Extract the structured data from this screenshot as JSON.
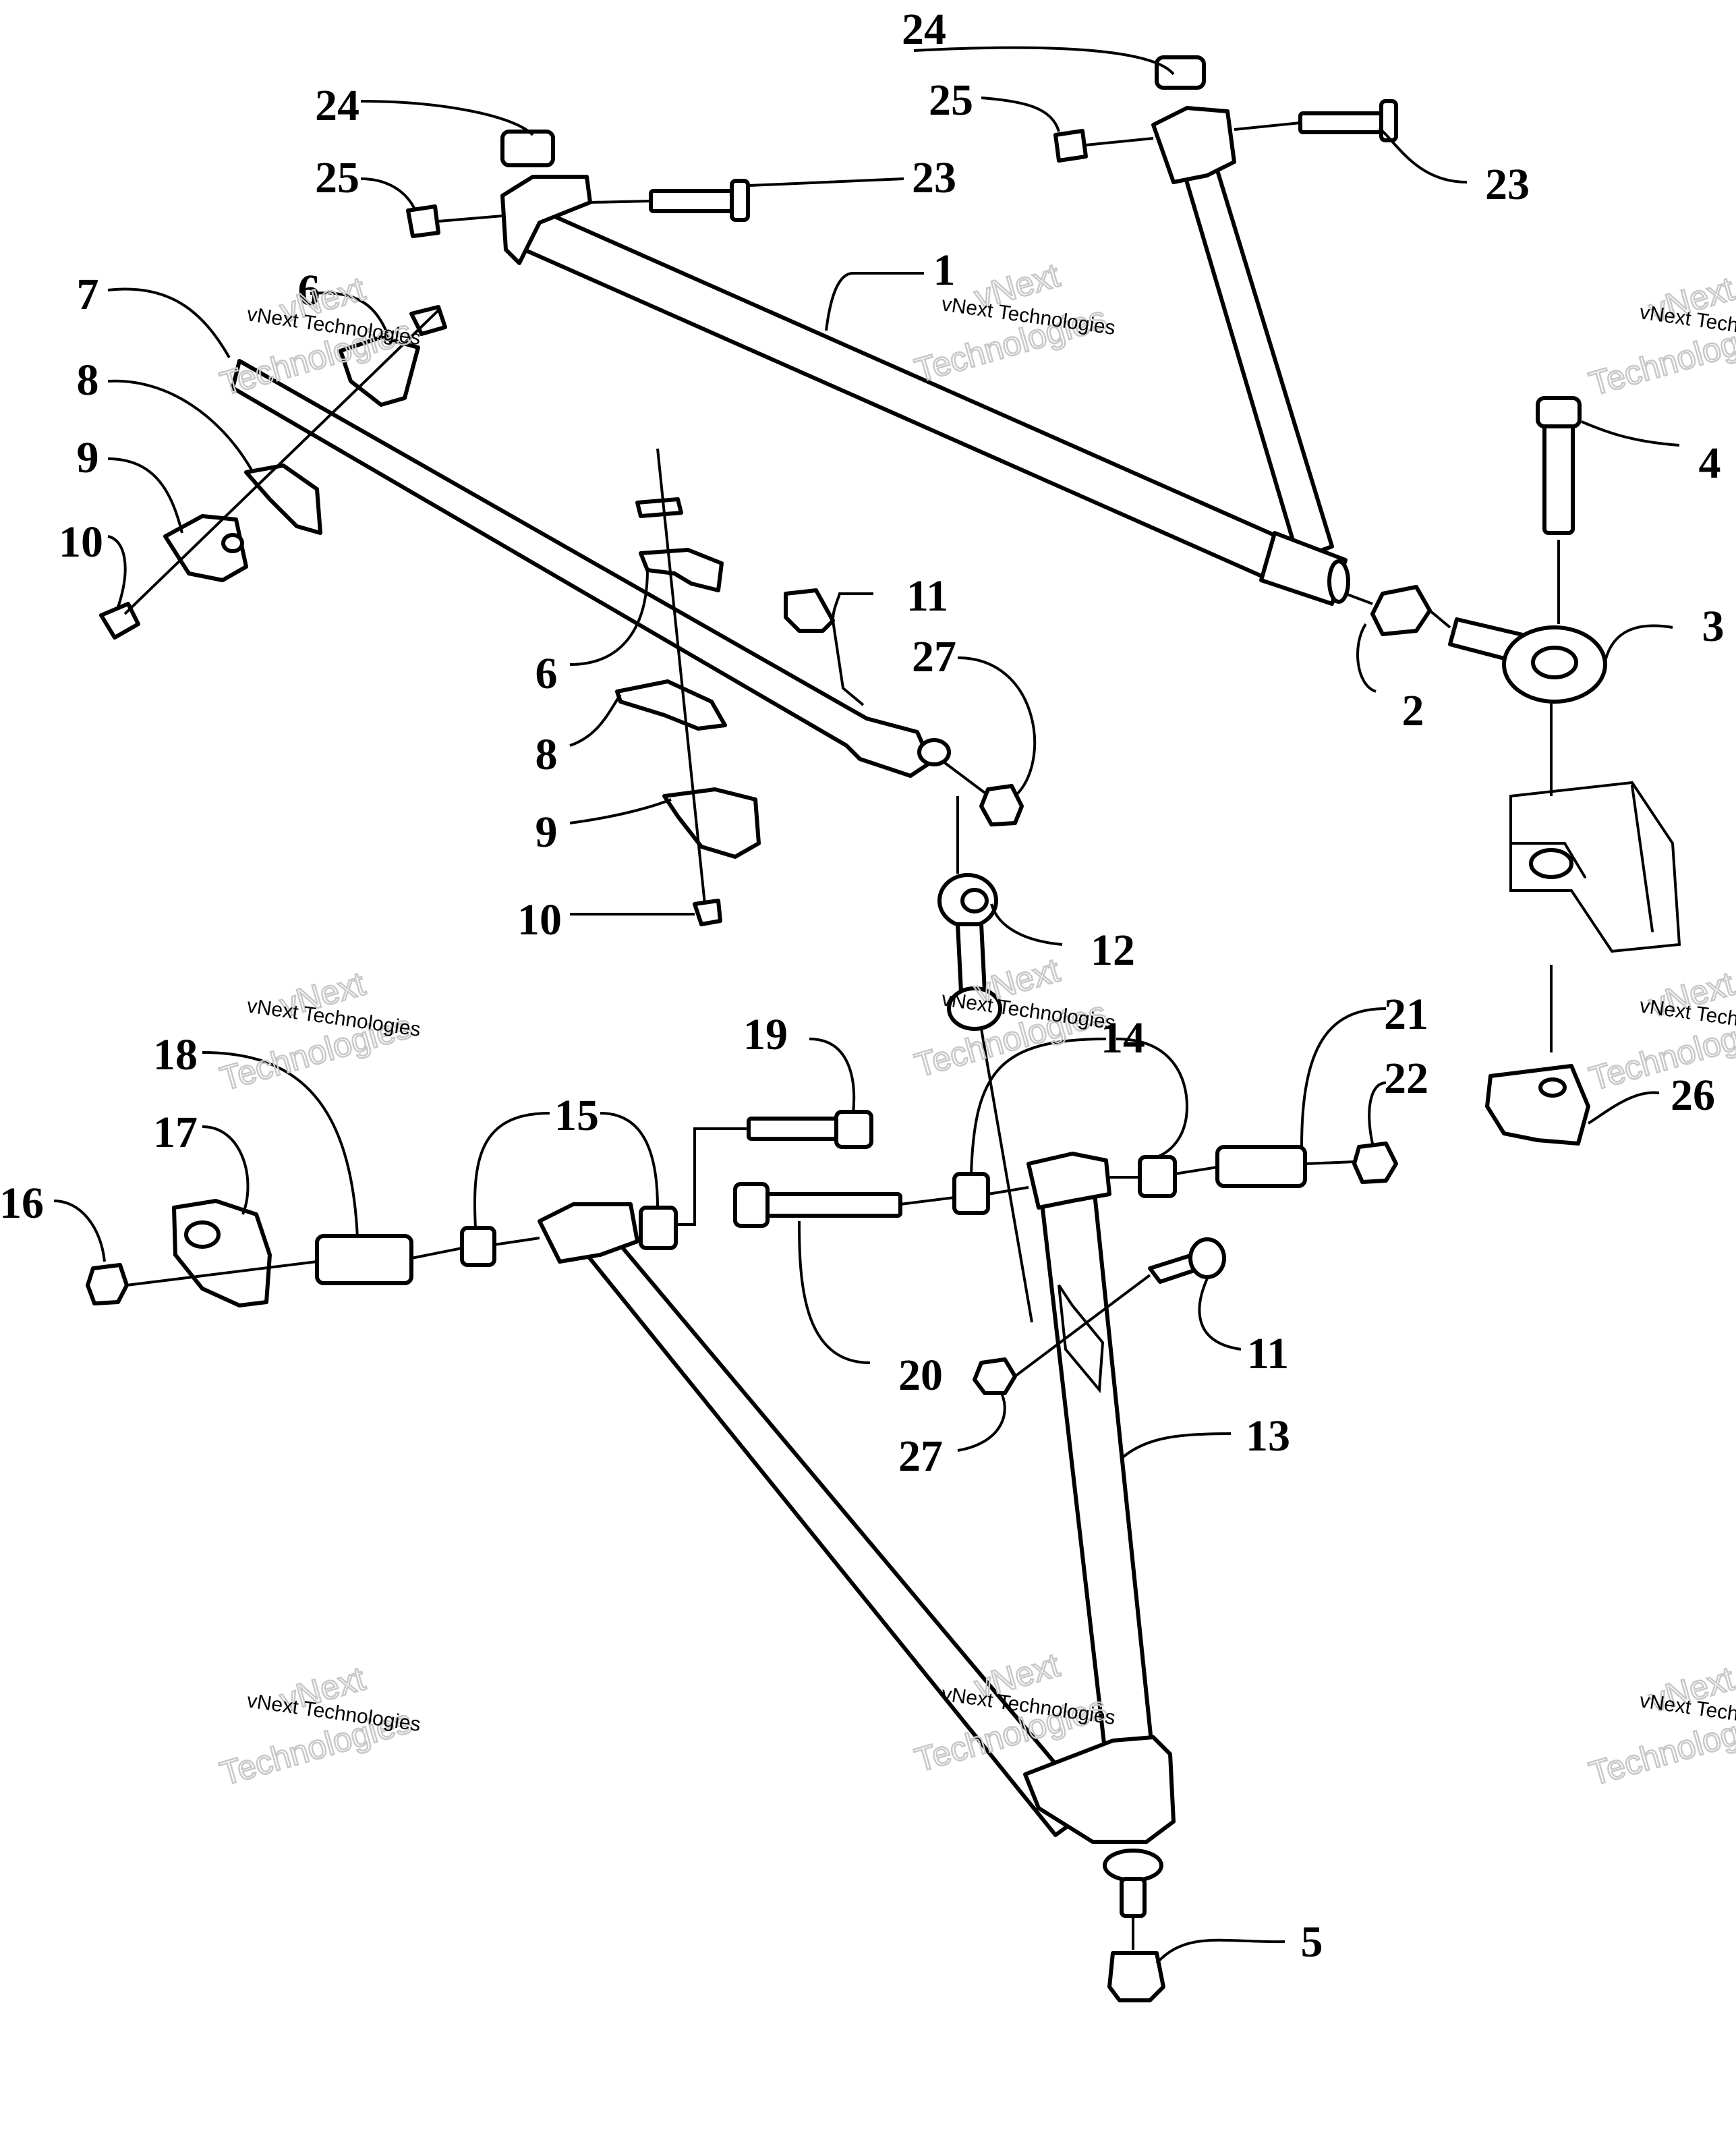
{
  "watermark": {
    "brand_line1": "vNext",
    "brand_line2": "Technologies",
    "name": "vNext Technologies"
  },
  "callouts": [
    "1",
    "2",
    "3",
    "4",
    "5",
    "6",
    "7",
    "8",
    "9",
    "10",
    "11",
    "12",
    "13",
    "14",
    "15",
    "16",
    "17",
    "18",
    "19",
    "20",
    "21",
    "22",
    "23",
    "24",
    "25",
    "26",
    "27"
  ],
  "colors": {
    "line": "#000000",
    "background": "#ffffff",
    "watermark": "#c8c8c8"
  }
}
